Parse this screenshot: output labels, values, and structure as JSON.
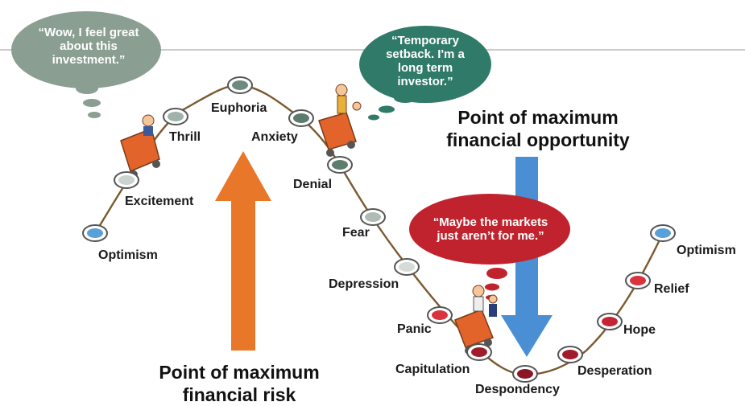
{
  "bubbles": {
    "euphoria_quote": "“Wow, I feel great about this investment.”",
    "anxiety_quote": "“Temporary setback. I'm a long term investor.”",
    "despondency_quote": "“Maybe the markets just aren’t for me.”"
  },
  "stages": [
    {
      "id": "optimism-start",
      "label": "Optimism",
      "color": "#5aa0d8"
    },
    {
      "id": "excitement",
      "label": "Excitement",
      "color": "#c9d3cf"
    },
    {
      "id": "thrill",
      "label": "Thrill",
      "color": "#9fb3ab"
    },
    {
      "id": "euphoria",
      "label": "Euphoria",
      "color": "#6e8a7e"
    },
    {
      "id": "anxiety",
      "label": "Anxiety",
      "color": "#5c7a6d"
    },
    {
      "id": "denial",
      "label": "Denial",
      "color": "#5d7d6f"
    },
    {
      "id": "fear",
      "label": "Fear",
      "color": "#aebcb5"
    },
    {
      "id": "depression",
      "label": "Depression",
      "color": "#d5dcd8"
    },
    {
      "id": "panic",
      "label": "Panic",
      "color": "#d9343e"
    },
    {
      "id": "capitulation",
      "label": "Capitulation",
      "color": "#9e1c2b"
    },
    {
      "id": "despondency",
      "label": "Despondency",
      "color": "#8a1626"
    },
    {
      "id": "desperation",
      "label": "Desperation",
      "color": "#9e1c2b"
    },
    {
      "id": "hope",
      "label": "Hope",
      "color": "#c52436"
    },
    {
      "id": "relief",
      "label": "Relief",
      "color": "#d9343e"
    },
    {
      "id": "optimism-end",
      "label": "Optimism",
      "color": "#5aa0d8"
    }
  ],
  "callouts": {
    "risk": "Point of maximum financial risk",
    "risk_line1": "Point of maximum",
    "risk_line2": "financial risk",
    "opportunity_line1": "Point of maximum",
    "opportunity_line2": "financial opportunity"
  },
  "colors": {
    "curve": "#7a5a2e",
    "risk_arrow": "#e8772a",
    "opportunity_arrow": "#4a8fd4",
    "bubble_gray": "#8a9e92",
    "bubble_teal": "#2f7a68",
    "bubble_red": "#c0232e"
  }
}
